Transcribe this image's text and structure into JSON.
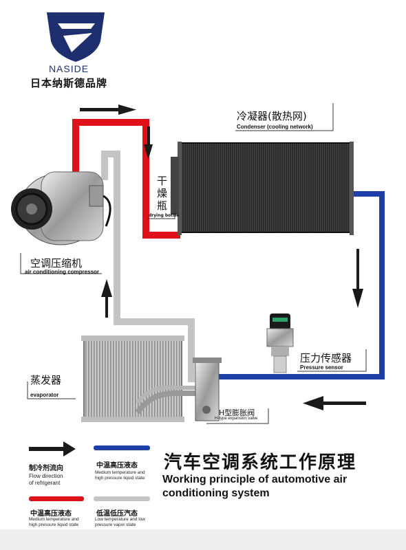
{
  "brand": {
    "name": "NASIDE",
    "subtitle": "日本纳斯德品牌"
  },
  "colors": {
    "red": "#e0101a",
    "blue": "#1f3fa8",
    "gray": "#c4c4c4",
    "black": "#1a1a1a"
  },
  "components": {
    "condenser": {
      "zh": "冷凝器(散热网)",
      "en": "Condenser (cooling network)"
    },
    "drying_bottle": {
      "zh_chars": [
        "干",
        "燥",
        "瓶"
      ],
      "en": "drying bottle"
    },
    "compressor": {
      "zh": "空调压缩机",
      "en": "air conditioning compressor"
    },
    "pressure_sensor": {
      "zh": "压力传感器",
      "en": "Pressure sensor"
    },
    "evaporator": {
      "zh": "蒸发器",
      "en": "evaporator"
    },
    "expansion_valve": {
      "zh": "H型膨胀阀",
      "en": "H-type expansion valve"
    }
  },
  "legend": {
    "flow": {
      "zh": "制冷剂流向",
      "en1": "Flow direction",
      "en2": "of refrigerant"
    },
    "blue": {
      "zh": "中温高压液态",
      "en1": "Medium temperature and",
      "en2": "high pressure liquid state"
    },
    "red": {
      "zh": "中温高压液态",
      "en1": "Medium temperature and",
      "en2": "high pressure liquid state"
    },
    "gray": {
      "zh": "低温低压汽态",
      "en1": "Low temperature and low",
      "en2": "pressure vapor state"
    }
  },
  "title": {
    "zh": "汽车空调系统工作原理",
    "en1": "Working principle of automotive air",
    "en2": "conditioning system"
  }
}
